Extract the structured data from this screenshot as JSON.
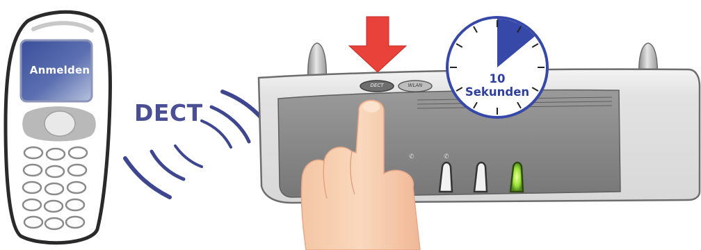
{
  "phone": {
    "screen_text": "Anmelden"
  },
  "signal": {
    "label": "DECT"
  },
  "router": {
    "dect_button": "DECT",
    "wlan_button": "WLAN"
  },
  "timer": {
    "label": "10 Sekunden",
    "filled_fraction": 0.14
  },
  "colors": {
    "arrow": "#e8423a",
    "dect_text": "#4a4f94",
    "timer_fill": "#3648a8",
    "led_green": "#9ee23a"
  }
}
